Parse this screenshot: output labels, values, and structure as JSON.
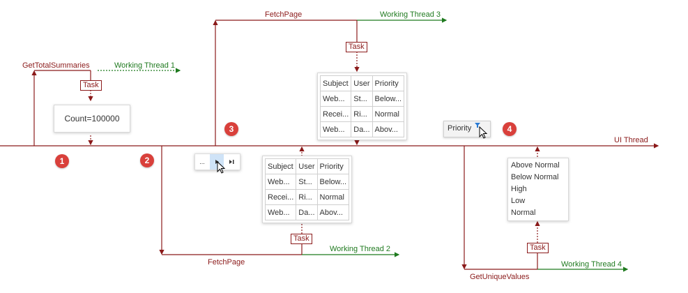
{
  "flow_labels": {
    "get_total_summaries": "GetTotalSummaries",
    "fetch_page_top": "FetchPage",
    "fetch_page_bottom": "FetchPage",
    "get_unique_values": "GetUniqueValues",
    "ui_thread": "UI Thread",
    "working_thread_1": "Working Thread 1",
    "working_thread_2": "Working Thread 2",
    "working_thread_3": "Working Thread 3",
    "working_thread_4": "Working Thread 4"
  },
  "task_label": "Task",
  "badges": [
    "1",
    "2",
    "3",
    "4"
  ],
  "count_panel": {
    "text": "Count=100000"
  },
  "grid_top": {
    "headers": [
      "Subject",
      "User",
      "Priority"
    ],
    "rows": [
      [
        "Web...",
        "St...",
        "Below..."
      ],
      [
        "Recei...",
        "Ri...",
        "Normal"
      ],
      [
        "Web...",
        "Da...",
        "Abov..."
      ]
    ]
  },
  "grid_bottom": {
    "headers": [
      "Subject",
      "User",
      "Priority"
    ],
    "rows": [
      [
        "Web...",
        "St...",
        "Below..."
      ],
      [
        "Recei...",
        "Ri...",
        "Normal"
      ],
      [
        "Web...",
        "Da...",
        "Abov..."
      ]
    ]
  },
  "pager": {
    "ellipsis": "...",
    "next_icon": "next-arrow-icon",
    "last_icon": "last-page-icon"
  },
  "column_header": {
    "label": "Priority",
    "icon": "filter-icon"
  },
  "unique_values": [
    "Above Normal",
    "Below Normal",
    "High",
    "Low",
    "Normal"
  ],
  "colors": {
    "ui": "#8b1a1a",
    "worker": "#1f7a1f",
    "badge": "#d9403b"
  }
}
